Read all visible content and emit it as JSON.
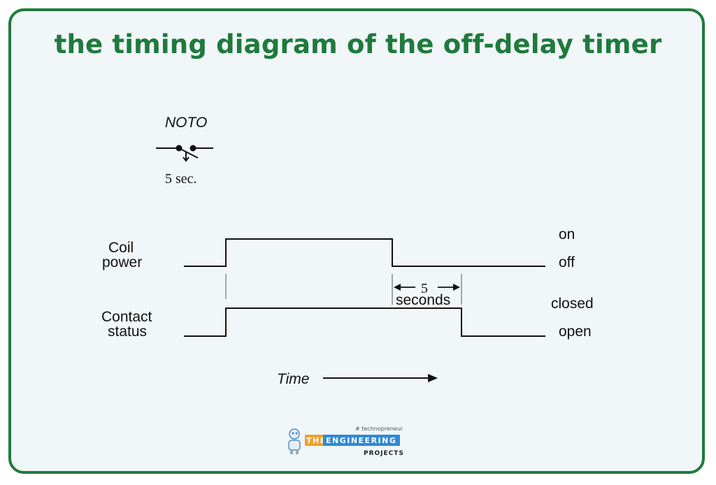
{
  "title": "the timing diagram of the off-delay timer",
  "symbol": {
    "name": "NOTO",
    "delay": "5 sec."
  },
  "signals": {
    "coil": {
      "label_line1": "Coil",
      "label_line2": "power",
      "high_state": "on",
      "low_state": "off"
    },
    "contact": {
      "label_line1": "Contact",
      "label_line2": "status",
      "high_state": "closed",
      "low_state": "open"
    }
  },
  "delay_marker": {
    "value": "5",
    "unit": "seconds"
  },
  "time_axis": {
    "label": "Time"
  },
  "logo": {
    "tagline": "# technopreneur",
    "the": "THE",
    "engineering": "ENGINEERING",
    "projects": "PROJECTS"
  },
  "colors": {
    "brand_green": "#1f7a3c",
    "logo_blue": "#2d8ad8"
  }
}
